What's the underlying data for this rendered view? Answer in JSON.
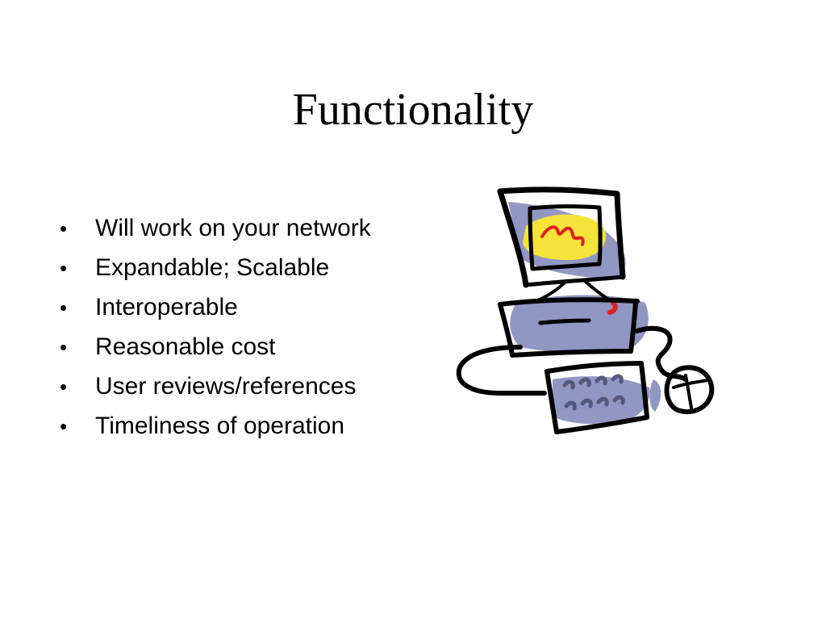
{
  "slide": {
    "title": "Functionality",
    "bullet_symbol": "•",
    "bullets": [
      "Will work on your network",
      "Expandable; Scalable",
      "Interoperable",
      "Reasonable cost",
      "User reviews/references",
      "Timeliness of operation"
    ],
    "clipart_icon": "computer-clipart-icon",
    "colors": {
      "ink": "#000000",
      "shade": "#8c92c0",
      "screen_yellow": "#f5e33a",
      "accent_red": "#e02020"
    }
  }
}
